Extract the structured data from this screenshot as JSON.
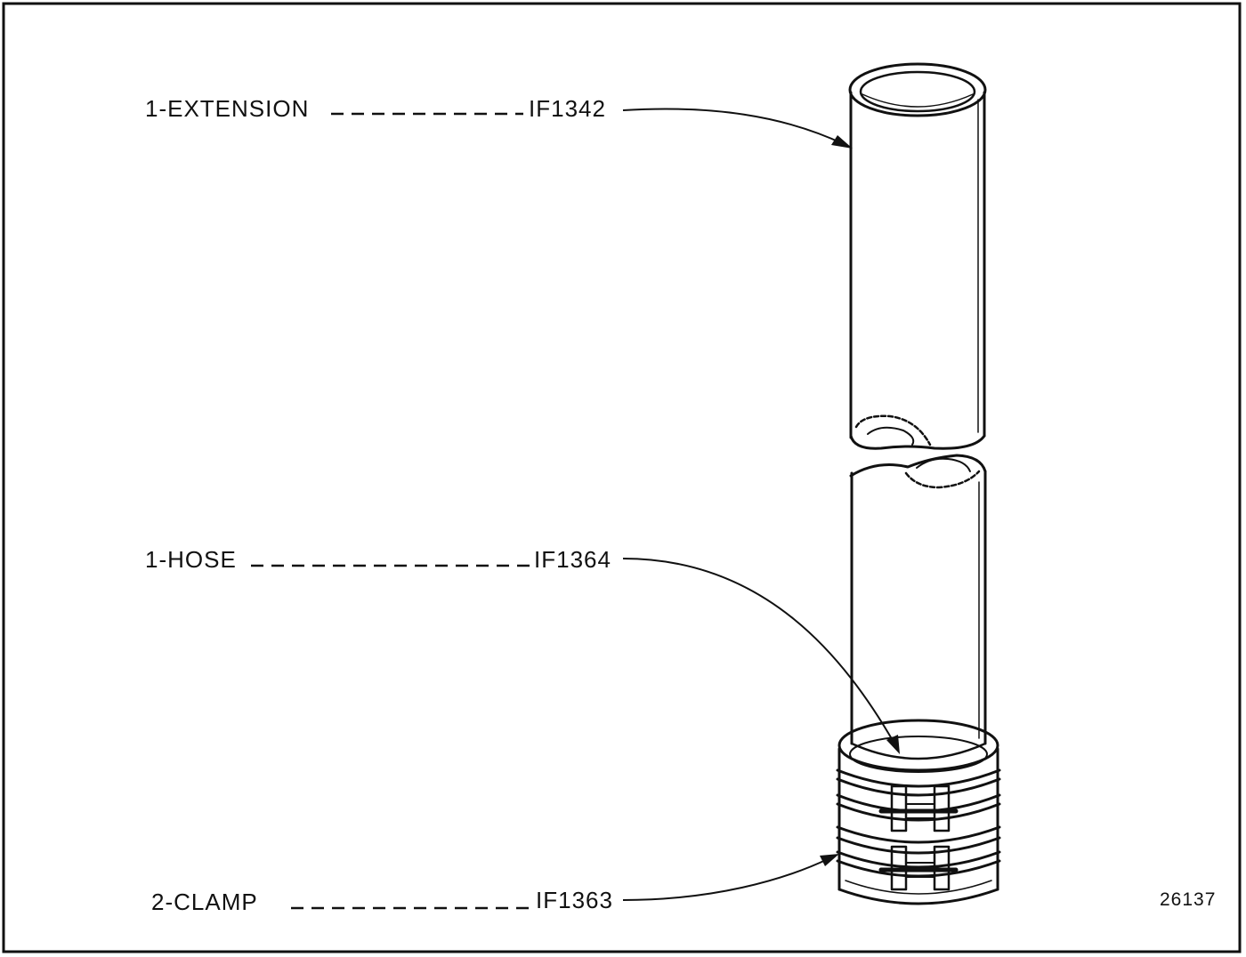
{
  "parts": [
    {
      "qty_name": "1-EXTENSION",
      "part_number": "IF1342",
      "target": "extension-tube"
    },
    {
      "qty_name": "1-HOSE",
      "part_number": "IF1364",
      "target": "hose"
    },
    {
      "qty_name": "2-CLAMP",
      "part_number": "IF1363",
      "target": "hose-clamps"
    }
  ],
  "figure_number": "26137",
  "colors": {
    "ink": "#111111",
    "paper": "#ffffff"
  }
}
